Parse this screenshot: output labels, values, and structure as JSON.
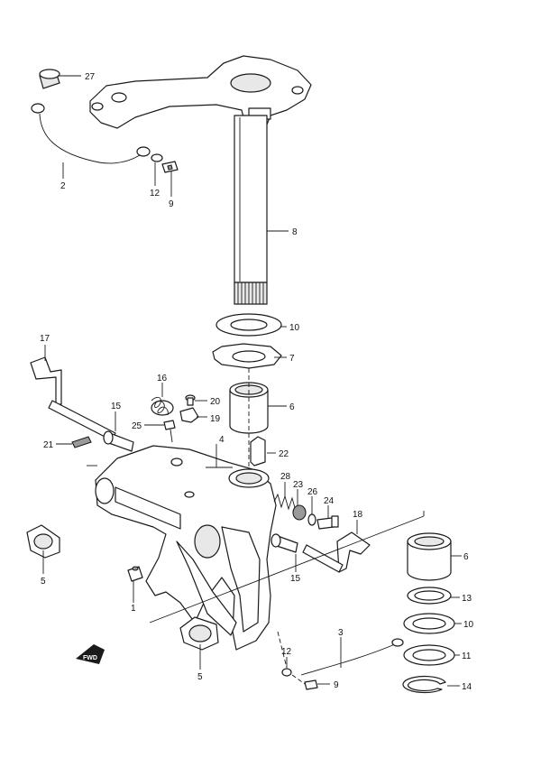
{
  "callouts": {
    "c1": "1",
    "c2": "2",
    "c3": "3",
    "c4": "4",
    "c5a": "5",
    "c5b": "5",
    "c6a": "6",
    "c6b": "6",
    "c7": "7",
    "c8": "8",
    "c9a": "9",
    "c9b": "9",
    "c10a": "10",
    "c10b": "10",
    "c11": "11",
    "c12a": "12",
    "c12b": "12",
    "c13": "13",
    "c14": "14",
    "c15a": "15",
    "c15b": "15",
    "c16": "16",
    "c17": "17",
    "c18": "18",
    "c19": "19",
    "c20": "20",
    "c21": "21",
    "c22": "22",
    "c23": "23",
    "c24": "24",
    "c25": "25",
    "c26": "26",
    "c27": "27",
    "c28": "28"
  },
  "fwd_label": "FWD"
}
